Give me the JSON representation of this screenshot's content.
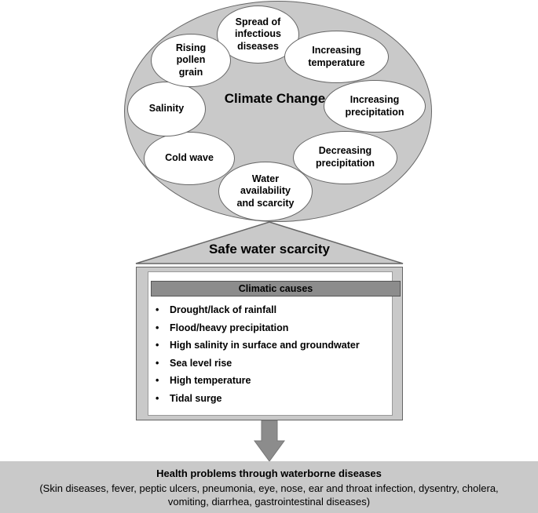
{
  "circle": {
    "title": "Climate Change",
    "factors": [
      [
        "Spread of",
        "infectious",
        "diseases"
      ],
      [
        "Increasing",
        "temperature"
      ],
      [
        "Increasing",
        "precipitation"
      ],
      [
        "Decreasing",
        "precipitation"
      ],
      [
        "Water",
        "availability",
        "and scarcity"
      ],
      [
        "Cold wave"
      ],
      [
        "Salinity"
      ],
      [
        "Rising",
        "pollen",
        "grain"
      ]
    ]
  },
  "scarcity": {
    "title": "Safe water scarcity",
    "causes_header": "Climatic causes",
    "causes": [
      "Drought/lack of rainfall",
      "Flood/heavy precipitation",
      "High salinity in surface and groundwater",
      "Sea level rise",
      "High temperature",
      "Tidal surge"
    ]
  },
  "health": {
    "title": "Health problems through waterborne diseases",
    "detail_line1": "(Skin diseases, fever, peptic ulcers, pneumonia, eye, nose, ear and throat infection, dysentry, cholera,",
    "detail_line2": "vomiting, diarrhea, gastrointestinal diseases)"
  },
  "colors": {
    "panel_gray": "#c9c9c9",
    "header_gray": "#8c8c8c",
    "arrow_gray": "#8c8c8c",
    "outline": "#666666"
  }
}
